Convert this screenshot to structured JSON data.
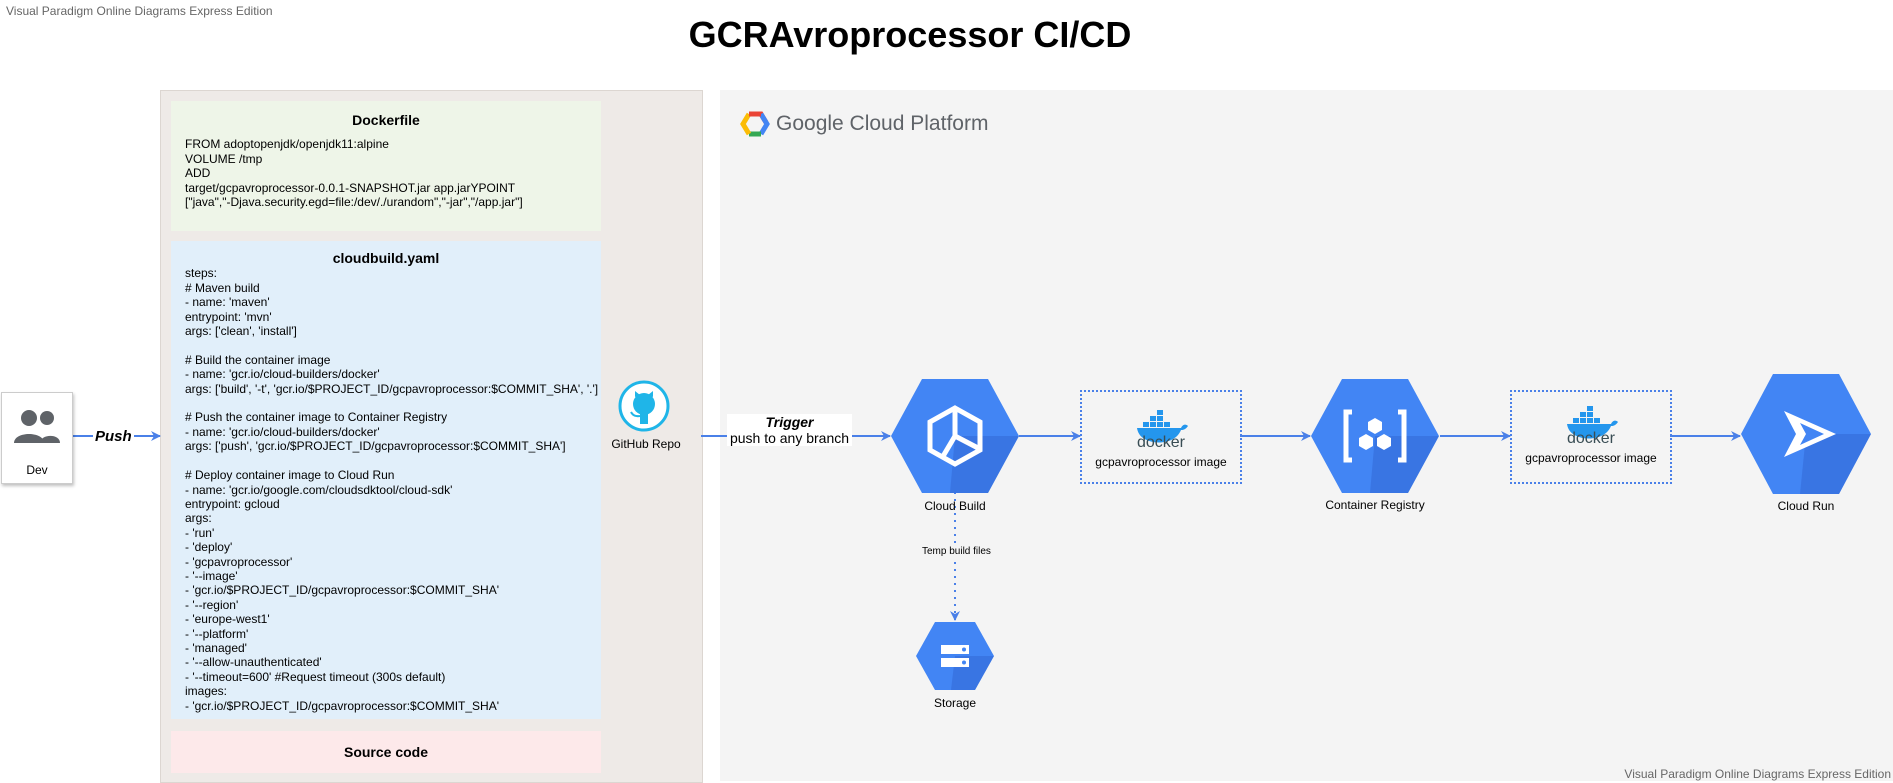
{
  "watermark": {
    "top_left": "Visual Paradigm Online Diagrams Express Edition",
    "bottom_right": "Visual Paradigm Online Diagrams Express Edition"
  },
  "title": "GCRAvroprocessor CI/CD",
  "dev": {
    "label": "Dev",
    "icon": "users-icon"
  },
  "push_label": "Push",
  "dockerfile": {
    "title": "Dockerfile",
    "content": "FROM adoptopenjdk/openjdk11:alpine\nVOLUME /tmp\nADD\ntarget/gcpavroprocessor-0.0.1-SNAPSHOT.jar app.jarYPOINT\n[\"java\",\"-Djava.security.egd=file:/dev/./urandom\",\"-jar\",\"/app.jar\"]"
  },
  "cloudbuild": {
    "title": "cloudbuild.yaml",
    "content": "steps:\n# Maven build\n- name: 'maven'\nentrypoint: 'mvn'\nargs: ['clean', 'install']\n\n# Build the container image\n- name: 'gcr.io/cloud-builders/docker'\nargs: ['build', '-t', 'gcr.io/$PROJECT_ID/gcpavroprocessor:$COMMIT_SHA', '.']\n\n# Push the container image to Container Registry\n- name: 'gcr.io/cloud-builders/docker'\nargs: ['push', 'gcr.io/$PROJECT_ID/gcpavroprocessor:$COMMIT_SHA']\n\n# Deploy container image to Cloud Run\n- name: 'gcr.io/google.com/cloudsdktool/cloud-sdk'\nentrypoint: gcloud\nargs:\n- 'run'\n- 'deploy'\n- 'gcpavroprocessor'\n- '--image'\n- 'gcr.io/$PROJECT_ID/gcpavroprocessor:$COMMIT_SHA'\n- '--region'\n- 'europe-west1'\n- '--platform'\n- 'managed'\n- '--allow-unauthenticated'\n- '--timeout=600' #Request timeout (300s default)\nimages:\n- 'gcr.io/$PROJECT_ID/gcpavroprocessor:$COMMIT_SHA'"
  },
  "source_code": "Source code",
  "github": {
    "label": "GitHub Repo",
    "icon": "github-icon"
  },
  "trigger": {
    "title": "Trigger",
    "subtitle": "push to any branch"
  },
  "gcp": {
    "logo_text": "Google Cloud Platform",
    "icon": "gcp-logo-icon"
  },
  "nodes": {
    "cloud_build": {
      "label": "Cloud Build",
      "icon": "cloud-build-icon"
    },
    "image1": {
      "label": "gcpavroprocessor image",
      "docker_text": "docker",
      "icon": "docker-icon"
    },
    "container_registry": {
      "label": "Container Registry",
      "icon": "container-registry-icon"
    },
    "image2": {
      "label": "gcpavroprocessor image",
      "docker_text": "docker",
      "icon": "docker-icon"
    },
    "cloud_run": {
      "label": "Cloud Run",
      "icon": "cloud-run-icon"
    },
    "storage": {
      "label": "Storage",
      "icon": "storage-icon"
    }
  },
  "temp_build_label": "Temp build files",
  "colors": {
    "gcp_blue": "#4285f4",
    "gcp_blue_dark": "#3367d6",
    "arrow": "#4a80e8",
    "github": "#1fb5e8",
    "docker": "#2496ed"
  }
}
